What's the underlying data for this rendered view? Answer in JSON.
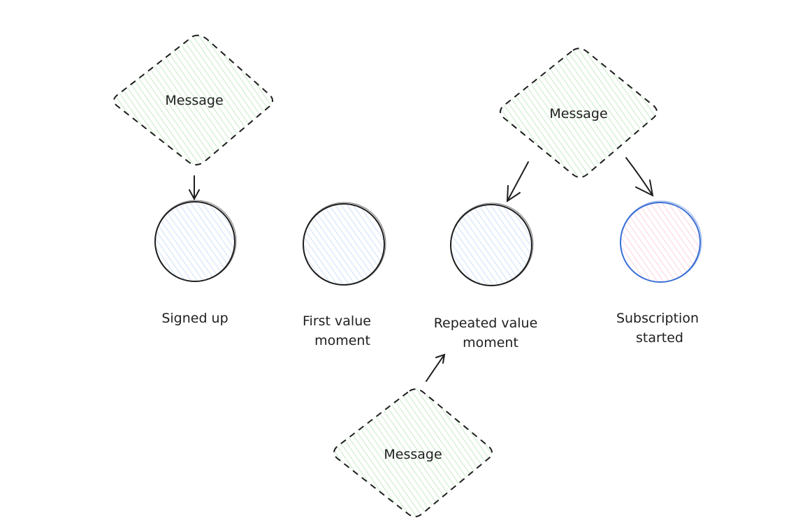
{
  "messages": [
    {
      "label": "Message"
    },
    {
      "label": "Message"
    },
    {
      "label": "Message"
    }
  ],
  "nodes": [
    {
      "lines": [
        "Signed up"
      ],
      "fill": "#dbe8ff",
      "stroke": "#1e1e1e"
    },
    {
      "lines": [
        "First value",
        "moment"
      ],
      "fill": "#dbe8ff",
      "stroke": "#1e1e1e"
    },
    {
      "lines": [
        "Repeated value",
        "moment"
      ],
      "fill": "#dbe8ff",
      "stroke": "#1e1e1e"
    },
    {
      "lines": [
        "Subscription",
        "started"
      ],
      "fill": "#ffdfe6",
      "stroke": "#3b6fd6"
    }
  ],
  "colors": {
    "message_fill": "#dff5df",
    "message_stroke": "#1e1e1e",
    "arrow_stroke": "#1e1e1e"
  }
}
